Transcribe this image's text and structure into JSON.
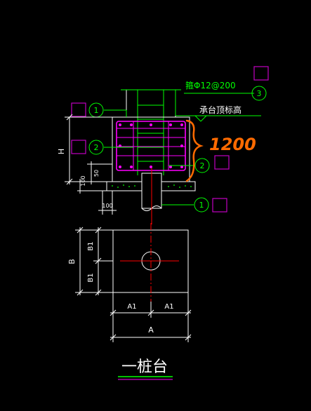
{
  "drawing": {
    "title": "一桩台",
    "rebar_note": "箍Φ12@200",
    "cap_top_label": "承台顶标高",
    "handwritten_value": "1200",
    "dim_h": "H",
    "dim_50": "50",
    "dim_100_left": "100",
    "dim_100_bottom": "100",
    "dim_b": "B",
    "dim_b1_top": "B1",
    "dim_b1_bottom": "B1",
    "dim_a1_left": "A1",
    "dim_a1_right": "A1",
    "dim_a": "A",
    "markers": {
      "m1_top": "1",
      "m2_left": "2",
      "m2_right": "2",
      "m3": "3",
      "m1_bottom": "1"
    }
  },
  "colors": {
    "background": "#000000",
    "outline": "#ffffff",
    "rebar": "#ff00ff",
    "marker": "#00ff00",
    "dimension": "#ffffff",
    "centerline": "#ff0000",
    "annotation": "#ff6a00",
    "label_box": "#c000c0"
  }
}
